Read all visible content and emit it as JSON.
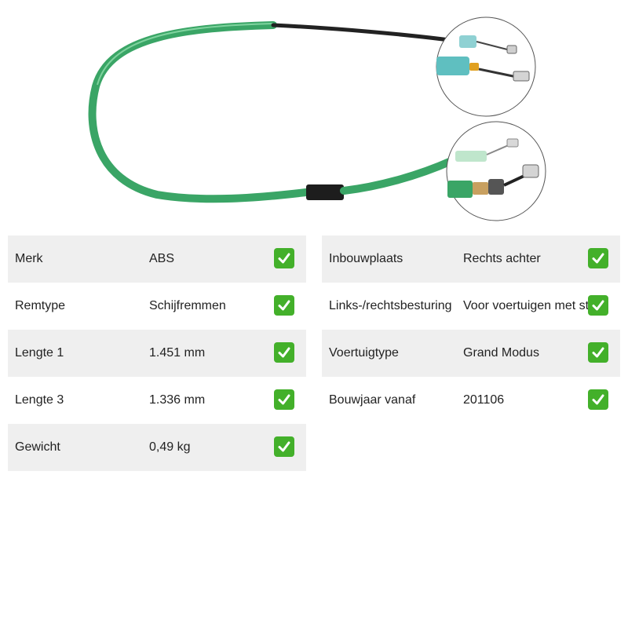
{
  "specs_left": [
    {
      "label": "Merk",
      "value": "ABS"
    },
    {
      "label": "Remtype",
      "value": "Schijfremmen"
    },
    {
      "label": "Lengte 1",
      "value": "1.451 mm"
    },
    {
      "label": "Lengte 3",
      "value": "1.336 mm"
    },
    {
      "label": "Gewicht",
      "value": "0,49 kg"
    }
  ],
  "specs_right": [
    {
      "label": "Inbouwplaats",
      "value": "Rechts achter"
    },
    {
      "label": "Links-/rechtsbesturing",
      "value": "Voor voertuigen met stuur"
    },
    {
      "label": "Voertuigtype",
      "value": "Grand Modus"
    },
    {
      "label": "Bouwjaar vanaf",
      "value": "201106"
    }
  ],
  "colors": {
    "cable_green": "#3aa566",
    "row_shade": "#efefef",
    "check_green": "#43b02a"
  },
  "icons": {
    "check": "check-mark-icon"
  }
}
